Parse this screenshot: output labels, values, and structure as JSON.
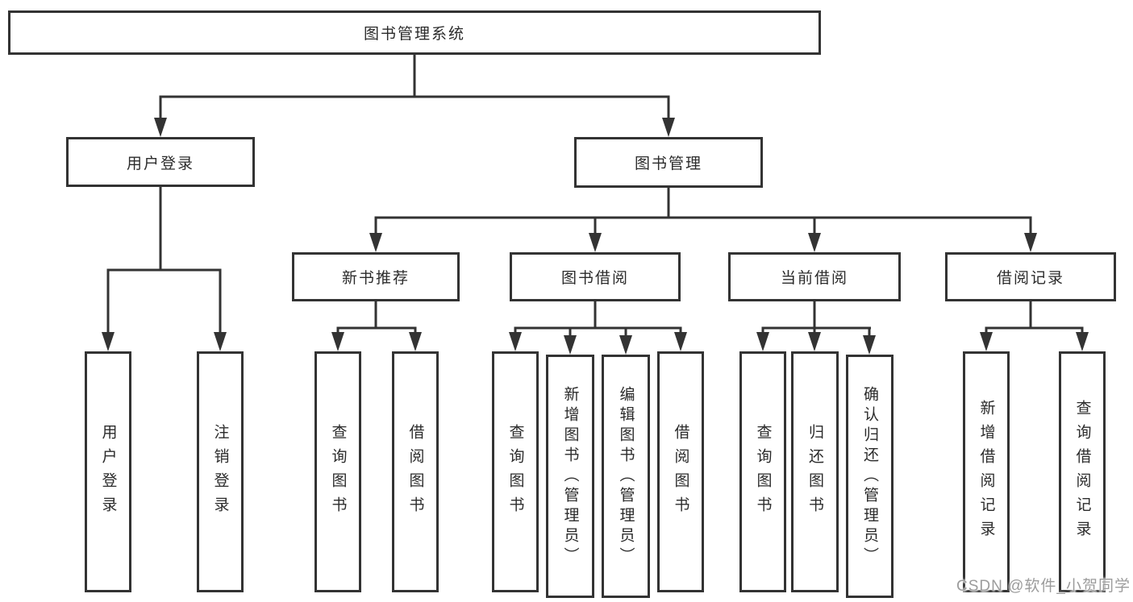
{
  "diagram_type": "functional-structure-tree",
  "colors": {
    "line": "#333333",
    "box_border": "#333333",
    "box_background": "#ffffff",
    "text": "#2b2b2b",
    "watermark_text": "#9c9c9c",
    "page_background": "#ffffff"
  },
  "tree": {
    "label": "图书管理系统",
    "children": [
      {
        "label": "用户登录",
        "children": [
          {
            "label": "用户登录"
          },
          {
            "label": "注销登录"
          }
        ]
      },
      {
        "label": "图书管理",
        "children": [
          {
            "label": "新书推荐",
            "children": [
              {
                "label": "查询图书"
              },
              {
                "label": "借阅图书"
              }
            ]
          },
          {
            "label": "图书借阅",
            "children": [
              {
                "label": "查询图书"
              },
              {
                "label": "新增图书（管理员）"
              },
              {
                "label": "编辑图书（管理员）"
              },
              {
                "label": "借阅图书"
              }
            ]
          },
          {
            "label": "当前借阅",
            "children": [
              {
                "label": "查询图书"
              },
              {
                "label": "归还图书"
              },
              {
                "label": "确认归还（管理员）"
              }
            ]
          },
          {
            "label": "借阅记录",
            "children": [
              {
                "label": "新增借阅记录"
              },
              {
                "label": "查询借阅记录"
              }
            ]
          }
        ]
      }
    ]
  },
  "watermark": {
    "text": "CSDN @软件_小贺同学"
  }
}
